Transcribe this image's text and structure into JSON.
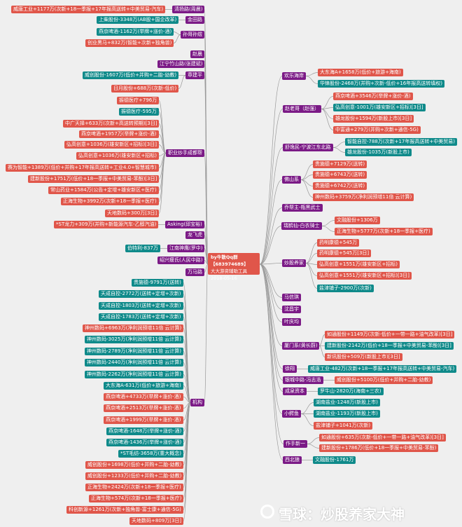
{
  "center": {
    "author": "by牛散Qq群【683974689】",
    "subtitle": "大大游资辅助工具",
    "date": "2018-05-16"
  },
  "watermark": "雪球：炒股养家大神",
  "left_groups": [
    {
      "label": "清扬路(周晨)",
      "stocks": [
        {
          "t": "威唐工业+1177万(次新+18一季报+17年报高送转+中美贸易-汽车)",
          "c": "red"
        }
      ]
    },
    {
      "label": "金田路",
      "stocks": [
        {
          "t": "上柴股份-3348万(AB股+国企改革)",
          "c": "teal"
        }
      ]
    },
    {
      "label": "孙哥孙煜",
      "stocks": [
        {
          "t": "燕京啤酒-1162万(举牌+涨价-酒)",
          "c": "teal"
        },
        {
          "t": "创业黑马+832万(智能+次新+独角兽)",
          "c": "red"
        }
      ]
    },
    {
      "label": "赵晨",
      "stocks": []
    },
    {
      "label": "江宁竹山路(张建斌)",
      "stocks": []
    },
    {
      "label": "章建平",
      "stocks": [
        {
          "t": "威创股份-1607万(低价+并购+二胎-幼教)",
          "c": "teal"
        },
        {
          "t": "日月股份+688万(次新-低价)",
          "c": "red"
        }
      ]
    },
    {
      "label": "职业炒手成都帮",
      "stocks": [
        {
          "t": "振德医疗+796万",
          "c": "red"
        },
        {
          "t": "振德医疗-595万",
          "c": "teal"
        },
        {
          "t": "中广天择+633万(次新+高送转预期)[3日]",
          "c": "red"
        },
        {
          "t": "燕京啤酒+1957万(举牌+涨价-酒)",
          "c": "red"
        },
        {
          "t": "弘高创意+1036万(雄安新区+招标)[3日]",
          "c": "red"
        },
        {
          "t": "弘高创意+1036万(雄安新区+招标)",
          "c": "red"
        },
        {
          "t": "赛为智能+1389万(低价+并购+17年报高送转+工业4.0+智慧城市)",
          "c": "red"
        },
        {
          "t": "建新股份+1751万(低价+18一季报+中美贸易-苯酚)[3日]",
          "c": "red"
        },
        {
          "t": "常山药业+1584万(公告+定增+雄安新区+医疗)",
          "c": "red"
        },
        {
          "t": "正海生物+3992万(次新+18一季报+医疗)",
          "c": "red"
        },
        {
          "t": "天地数码+300万[3日]",
          "c": "red"
        }
      ]
    },
    {
      "label": "Asking(邱宝裕)",
      "stocks": [
        {
          "t": "*ST龙力+309万(并购+新能源汽车-乙醇汽油)",
          "c": "red"
        }
      ]
    },
    {
      "label": "龙飞虎",
      "stocks": []
    },
    {
      "label": "江南神鹰(罗中)",
      "stocks": [
        {
          "t": "伯特利-837万",
          "c": "teal"
        }
      ]
    },
    {
      "label": "绍兴瘦氏(人民中路)",
      "stocks": []
    },
    {
      "label": "万马路",
      "stocks": []
    },
    {
      "label": "机构",
      "stocks": [
        {
          "t": "贵施德-9791万(送转)",
          "c": "teal"
        },
        {
          "t": "天成自控-2772万(送转+定增+次新)",
          "c": "teal"
        },
        {
          "t": "天成自控-1803万(送转+定增+次新)",
          "c": "teal"
        },
        {
          "t": "天成自控-1783万(送转+定增+次新)",
          "c": "teal"
        },
        {
          "t": "神州数码+6963万(净利润预增11倍 云计算)",
          "c": "red"
        },
        {
          "t": "神州数码-3025万(净利润预增11倍 云计算)",
          "c": "teal"
        },
        {
          "t": "神州数码-2789万(净利润预增11倍 云计算)",
          "c": "teal"
        },
        {
          "t": "神州数码-2440万(净利润预增11倍 云计算)",
          "c": "teal"
        },
        {
          "t": "神州数码-2262万(净利润预增11倍 云计算)",
          "c": "teal"
        },
        {
          "t": "大东海A-631万(低价+旅游+海南)",
          "c": "teal"
        },
        {
          "t": "燕京啤酒+4733万(举牌+涨价-酒)",
          "c": "red"
        },
        {
          "t": "燕京啤酒+2513万(举牌+涨价-酒)",
          "c": "red"
        },
        {
          "t": "燕京啤酒+1999万(举牌+涨价-酒)",
          "c": "red"
        },
        {
          "t": "燕京啤酒-1648万(举牌+涨价-酒)",
          "c": "teal"
        },
        {
          "t": "燕京啤酒-1436万(举牌+涨价-酒)",
          "c": "teal"
        },
        {
          "t": "*ST毛纺-3658万(重大概念)",
          "c": "teal"
        },
        {
          "t": "威创股份+1698万(低价+并购+二胎-幼教)",
          "c": "red"
        },
        {
          "t": "威创股份+1233万(低价+并购+二胎-幼教)",
          "c": "red"
        },
        {
          "t": "正海生物+2424万(次新+18一季报+医疗)",
          "c": "red"
        },
        {
          "t": "正海生物+574万(次新+18一季报+医疗)",
          "c": "red"
        },
        {
          "t": "科创新源+1261万(次新+独角兽-富士康+通信-5G)",
          "c": "red"
        },
        {
          "t": "天地数码+809万[3日]",
          "c": "red"
        }
      ]
    }
  ],
  "right_groups": [
    {
      "label": "欢乐海岸",
      "stocks": [
        {
          "t": "大东海A+1658万(低价+旅游+海南)",
          "c": "red"
        },
        {
          "t": "华锋股份-2468万(并购+次新-低价+16年报高送转填权)",
          "c": "teal"
        }
      ]
    },
    {
      "label": "赵老哥（赵强）",
      "stocks": [
        {
          "t": "燕京啤酒+3546万(举牌+涨价-酒)",
          "c": "red"
        },
        {
          "t": "弘高创意-1001万(雄安新区+招标)[3日]",
          "c": "teal"
        },
        {
          "t": "雄龙股份+1594万(新股上市)[3日]",
          "c": "red"
        },
        {
          "t": "中富通+279万(并购+次新+通信-5G)",
          "c": "red"
        }
      ]
    },
    {
      "label": "舒逸民-宁波江东北路",
      "stocks": [
        {
          "t": "智能自控-788万(次新+17年报高送转+中美贸易)",
          "c": "teal"
        },
        {
          "t": "雄龙股份-1035万(新股上市)",
          "c": "teal"
        }
      ]
    },
    {
      "label": "佛山系",
      "stocks": [
        {
          "t": "贵施德+7129万(送转)",
          "c": "red"
        },
        {
          "t": "贵施德+6743万(送转)",
          "c": "red"
        },
        {
          "t": "贵施德+6742万(送转)",
          "c": "red"
        },
        {
          "t": "神州数码+3759万(净利润预增11倍 云计算)",
          "c": "red"
        }
      ]
    },
    {
      "label": "乔帮主-瓶黑武士",
      "stocks": []
    },
    {
      "label": "瑞鹤仙-白衣骑士",
      "stocks": [
        {
          "t": "文融股份+1306万",
          "c": "red"
        },
        {
          "t": "正海生物+5777万(次新+18一季报+医疗)",
          "c": "red"
        }
      ]
    },
    {
      "label": "炒股养家",
      "stocks": [
        {
          "t": "药明康德+545万",
          "c": "red"
        },
        {
          "t": "药明康德+545万[3日]",
          "c": "red"
        },
        {
          "t": "弘高创意+1551万(雄安新区+招标)",
          "c": "red"
        },
        {
          "t": "弘高创意+1551万(雄安新区+招标)[3日]",
          "c": "red"
        },
        {
          "t": "盐津铺子-2900万(次新)",
          "c": "teal"
        }
      ]
    },
    {
      "label": "马信琪",
      "stocks": []
    },
    {
      "label": "沈昌宇",
      "stocks": []
    },
    {
      "label": "叶庆均",
      "stocks": []
    },
    {
      "label": "厦门系(黄长蔚)",
      "stocks": [
        {
          "t": "如通股份+1149万(次新-低价+一带一路+油气改革)[3日]",
          "c": "red"
        },
        {
          "t": "建新股份-2142万(低价+18一季报+中美贸易-苯酚)[3日]",
          "c": "teal"
        },
        {
          "t": "新讯股份+509万(新股上市)[3日]",
          "c": "red"
        }
      ]
    },
    {
      "label": "徐翔",
      "stocks": [
        {
          "t": "威唐工业-482万(次新+18一季报+17年报高送转+中美贸易-汽车)",
          "c": "teal"
        }
      ]
    },
    {
      "label": "银城中路-冯志浩",
      "stocks": [
        {
          "t": "威创股份+5100万(低价+并购+二胎-幼教)",
          "c": "red"
        }
      ]
    },
    {
      "label": "成泉资本",
      "stocks": [
        {
          "t": "罗牛山-2820万(海南+三农)",
          "c": "teal"
        }
      ]
    },
    {
      "label": "小鳄鱼",
      "stocks": [
        {
          "t": "湖南盐业-1248万(新股上市)",
          "c": "teal"
        },
        {
          "t": "湖南盐业-1193万(新股上市)",
          "c": "teal"
        },
        {
          "t": "盐津铺子+1041万(次新)",
          "c": "red"
        }
      ]
    },
    {
      "label": "作手新一",
      "stocks": [
        {
          "t": "如通股份+635万(次新-低价+一带一路+油气改革)[3日]",
          "c": "red"
        },
        {
          "t": "建新股份+1786万(低价+18一季报+中美贸易-苯酚)",
          "c": "red"
        }
      ]
    },
    {
      "label": "西北狼",
      "stocks": [
        {
          "t": "文融股份-1761万",
          "c": "teal"
        }
      ]
    }
  ]
}
